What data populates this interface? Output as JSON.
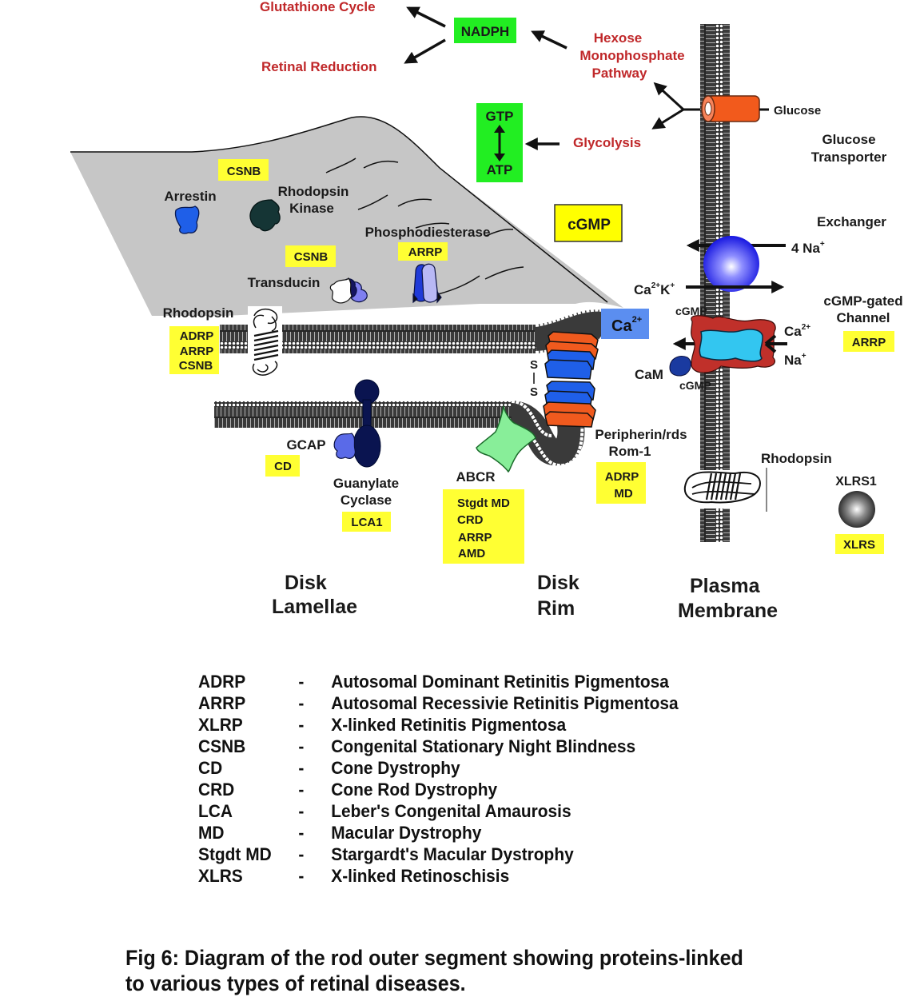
{
  "pathways": {
    "glutathione": "Glutathione Cycle",
    "retinal_reduction": "Retinal Reduction",
    "nadph": "NADPH",
    "hexose": [
      "Hexose",
      "Monophosphate",
      "Pathway"
    ],
    "gtp": "GTP",
    "atp": "ATP",
    "glycolysis": "Glycolysis",
    "glucose": "Glucose",
    "glucose_transporter": [
      "Glucose",
      "Transporter"
    ]
  },
  "disk": {
    "arrestin": "Arrestin",
    "rhodopsin_kinase": [
      "Rhodopsin",
      "Kinase"
    ],
    "csnb_top": "CSNB",
    "csnb_mid": "CSNB",
    "transducin": "Transducin",
    "phosphodiesterase": "Phosphodiesterase",
    "pde_tag": "ARRP",
    "rhodopsin": "Rhodopsin",
    "rhodopsin_tags": [
      "ADRP",
      "ARRP",
      "CSNB"
    ],
    "gcap": "GCAP",
    "gcap_tag": "CD",
    "guanylate_cyclase": [
      "Guanylate",
      "Cyclase"
    ],
    "gc_tag": "LCA1",
    "abcr": "ABCR",
    "abcr_tags": [
      "Stgdt MD",
      "CRD",
      "ARRP",
      "AMD"
    ],
    "ss_top": "S",
    "ss_bottom": "S",
    "peripherin": [
      "Peripherin/rds",
      "Rom-1"
    ],
    "peripherin_tags": [
      "ADRP",
      "MD"
    ]
  },
  "plasma": {
    "cgmp_box": "cGMP",
    "ca_box": "Ca",
    "ca_box_sup": "2+",
    "exchanger": "Exchanger",
    "na4": "4 Na",
    "na4_sup": "+",
    "ca_k": "Ca",
    "ca_k_sup1": "2+",
    "ca_k_k": "K",
    "ca_k_sup2": "+",
    "cgmp_top": "cGMP",
    "cgmp_bottom": "cGMP",
    "cam": "CaM",
    "channel_ca": "Ca",
    "channel_ca_sup": "2+",
    "channel_na": "Na",
    "channel_na_sup": "+",
    "cgmp_gated": [
      "cGMP-gated",
      "Channel"
    ],
    "channel_tag": "ARRP",
    "rhodopsin": "Rhodopsin",
    "xlrs1": "XLRS1",
    "xlrs_tag": "XLRS"
  },
  "regions": {
    "disk_lamellae": [
      "Disk",
      "Lamellae"
    ],
    "disk_rim": [
      "Disk",
      "Rim"
    ],
    "plasma_membrane": [
      "Plasma",
      "Membrane"
    ]
  },
  "legend": [
    {
      "abbr": "ADRP",
      "dash": "-",
      "full": "Autosomal Dominant Retinitis Pigmentosa"
    },
    {
      "abbr": "ARRP",
      "dash": "-",
      "full": "Autosomal Recessivie Retinitis Pigmentosa"
    },
    {
      "abbr": "XLRP",
      "dash": "-",
      "full": "X-linked Retinitis Pigmentosa"
    },
    {
      "abbr": "CSNB",
      "dash": "-",
      "full": "Congenital Stationary Night Blindness"
    },
    {
      "abbr": "CD",
      "dash": "-",
      "full": "Cone Dystrophy"
    },
    {
      "abbr": "CRD",
      "dash": "-",
      "full": "Cone Rod Dystrophy"
    },
    {
      "abbr": "LCA",
      "dash": "-",
      "full": "Leber's Congenital Amaurosis"
    },
    {
      "abbr": "MD",
      "dash": "-",
      "full": "Macular Dystrophy"
    },
    {
      "abbr": "Stgdt MD",
      "dash": "-",
      "full": "Stargardt's Macular Dystrophy"
    },
    {
      "abbr": "XLRS",
      "dash": "-",
      "full": "X-linked Retinoschisis"
    }
  ],
  "caption": [
    "Fig 6:  Diagram of the rod outer segment showing proteins-linked",
    "to various types of retinal diseases."
  ],
  "colors": {
    "pathway_red": "#c0282a",
    "disease_tag": "#ffff33",
    "energy_green": "#22ee22",
    "disk_gray": "#c6c6c6",
    "ca_blue": "#5b8ef0",
    "channel_cyan": "#33c6f0",
    "channel_red": "#c0302a",
    "peripherin_blue": "#1f5fe8",
    "peripherin_orange": "#f05a1e",
    "abcr_green": "#88ee99"
  }
}
